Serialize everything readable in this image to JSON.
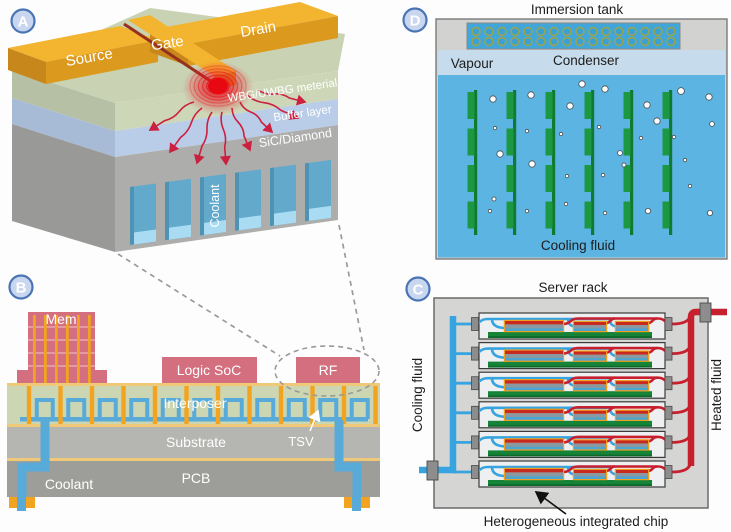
{
  "figure": {
    "background": "#fdfdfe",
    "colors": {
      "badge_ring": "#4a74b4",
      "badge_fill": "#c9d6f0",
      "gold_top": "#f3b42f",
      "gold_front": "#db991e",
      "gold_end": "#c8871a",
      "wbg_green": "#cdd7b8",
      "buffer_blue": "#b9cce8",
      "sic_gray": "#adadab",
      "hotspot_red": "#e80812",
      "chip_pink": "#d36f7e",
      "via_orange": "#f2a31f",
      "channel_blue": "#58aad8",
      "cool_pipe_blue": "#36a4e0",
      "hot_pipe_red": "#c81f2e",
      "board_green": "#168438",
      "tank_fluid": "#5cb4e2",
      "vapour_band": "#c6dcec"
    },
    "panels": {
      "a": {
        "badge": "A",
        "labels": {
          "source": "Source",
          "gate": "Gate",
          "drain": "Drain",
          "wbg": "WBG/UWBG meterial",
          "buffer": "Buffer layer",
          "sic": "SiC/Diamond",
          "coolant": "Coolant"
        }
      },
      "b": {
        "badge": "B",
        "labels": {
          "mem": "Mem",
          "logic": "Logic SoC",
          "rf": "RF",
          "interposer": "Interposer",
          "substrate": "Substrate",
          "tsv": "TSV",
          "pcb": "PCB",
          "coolant": "Coolant"
        }
      },
      "c": {
        "badge": "C",
        "title": "Server rack",
        "left_label": "Cooling fluid",
        "right_label": "Heated fluid",
        "caption": "Heterogeneous integrated chip"
      },
      "d": {
        "badge": "D",
        "title": "Immersion tank",
        "vapour": "Vapour",
        "condenser": "Condenser",
        "fluid": "Cooling fluid"
      }
    }
  }
}
